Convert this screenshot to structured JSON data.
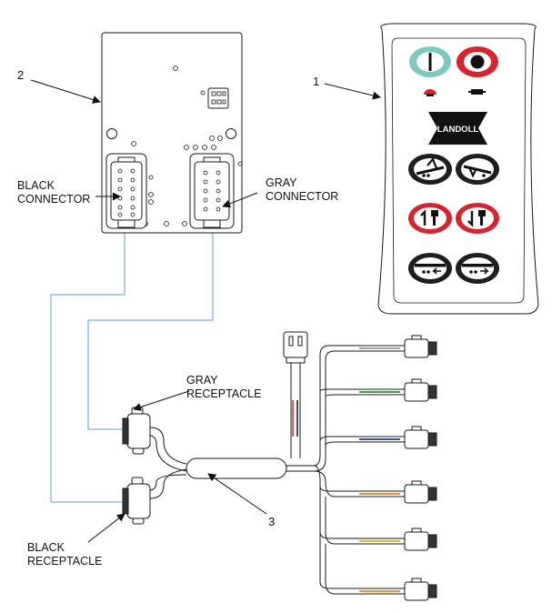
{
  "callouts": {
    "remote": "1",
    "module": "2",
    "harness": "3"
  },
  "labels": {
    "black_connector_l1": "BLACK",
    "black_connector_l2": "CONNECTOR",
    "gray_connector_l1": "GRAY",
    "gray_connector_l2": "CONNECTOR",
    "gray_receptacle_l1": "GRAY",
    "gray_receptacle_l2": "RECEPTACLE",
    "black_receptacle_l1": "BLACK",
    "black_receptacle_l2": "RECEPTACLE"
  },
  "logo_text": "LANDOLL",
  "colors": {
    "line": "#1a1a1a",
    "wire_blue": "#5b9bd5",
    "power_green": "#7dc9c0",
    "stop_red": "#d3262e",
    "button_black": "#1e1e1e",
    "wire_green": "#2e8b3a",
    "wire_navy": "#1f3f7a",
    "wire_orange": "#d98a1c",
    "wire_yellow": "#d9b91c"
  }
}
